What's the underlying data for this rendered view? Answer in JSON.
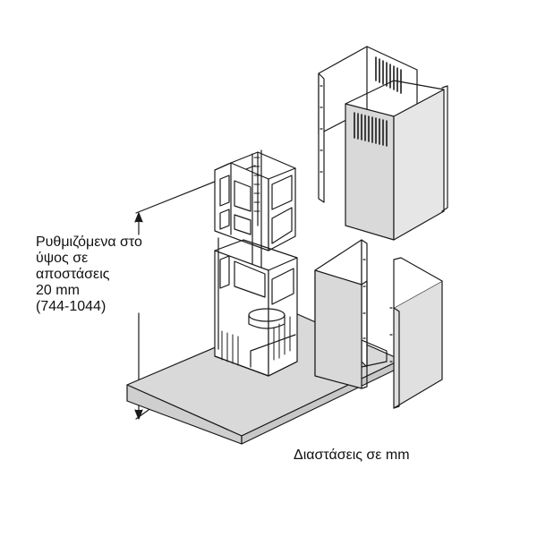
{
  "annotation": {
    "lines": [
      "Ρυθμιζόμενα στο",
      "ύψος σε",
      "αποστάσεις",
      "20 mm",
      "(744-1044)"
    ]
  },
  "caption": {
    "dimensions": "Διαστάσεις σε mm"
  },
  "colors": {
    "panel_fill": "#d9d9d9",
    "line": "#1a1a1a",
    "background": "#ffffff"
  }
}
